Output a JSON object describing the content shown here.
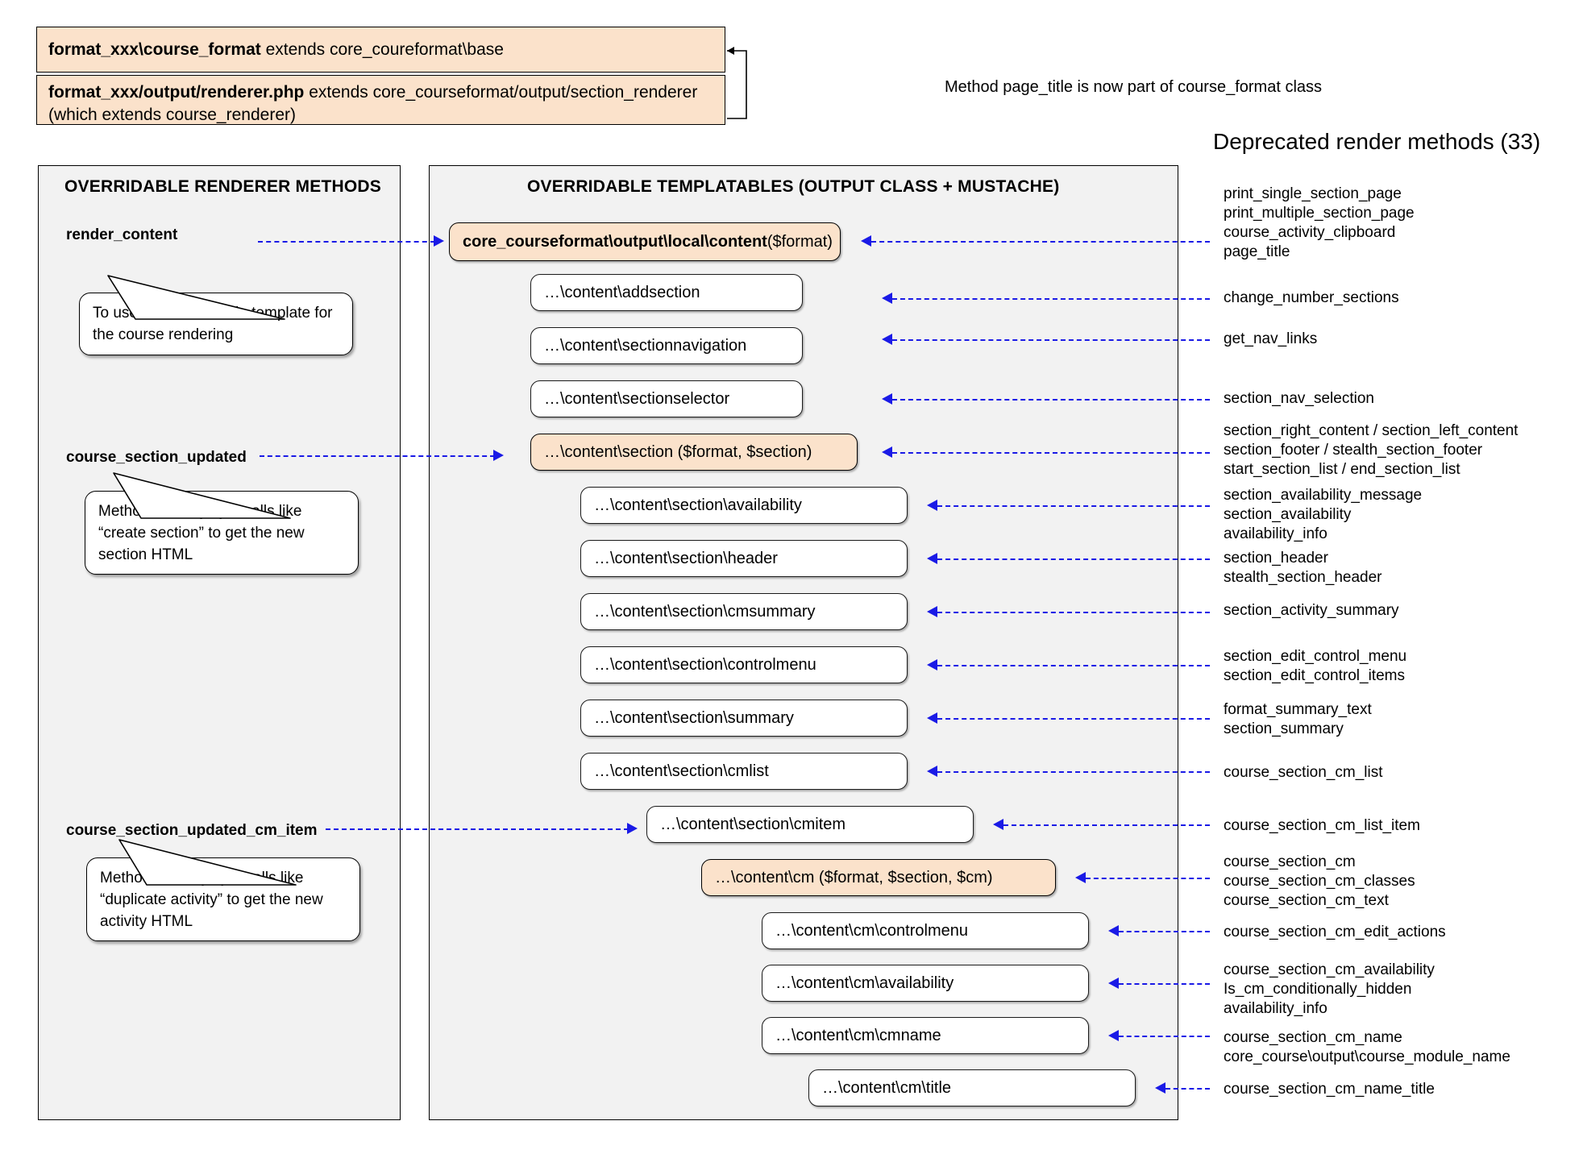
{
  "header": {
    "class_box_1": {
      "bold": "format_xxx\\course_format",
      "rest": " extends core_coureformat\\base"
    },
    "class_box_2": {
      "bold": "format_xxx/output/renderer.php",
      "rest": " extends core_courseformat/output/section_renderer (which extends course_renderer)"
    },
    "note": "Method page_title is now part of course_format class",
    "deprecated_title": "Deprecated render methods (33)"
  },
  "left_panel": {
    "title": "OVERRIDABLE RENDERER METHODS",
    "methods": [
      {
        "label": "render_content"
      },
      {
        "label": "course_section_updated"
      },
      {
        "label": "course_section_updated_cm_item"
      }
    ],
    "callouts": [
      {
        "line1": "To use a different main template for",
        "line2": "the course rendering",
        "line3": ""
      },
      {
        "line1": "Method used by ajax calls like",
        "line2": "“create section” to get the new",
        "line3": "section HTML"
      },
      {
        "line1": "Method used by ajax calls like",
        "line2": "“duplicate activity” to get the new",
        "line3": "activity HTML"
      }
    ]
  },
  "center_panel": {
    "title": "OVERRIDABLE TEMPLATABLES (OUTPUT CLASS + MUSTACHE)",
    "boxes": [
      {
        "bold": "core_courseformat\\output\\local\\content",
        "rest": " ($format)",
        "style": "highlight"
      },
      {
        "bold": "",
        "rest": "…\\content\\addsection",
        "style": "plain"
      },
      {
        "bold": "",
        "rest": "…\\content\\sectionnavigation",
        "style": "plain"
      },
      {
        "bold": "",
        "rest": "…\\content\\sectionselector",
        "style": "plain"
      },
      {
        "bold": "",
        "rest": "…\\content\\section ($format, $section)",
        "style": "highlight"
      },
      {
        "bold": "",
        "rest": "…\\content\\section\\availability",
        "style": "plain"
      },
      {
        "bold": "",
        "rest": "…\\content\\section\\header",
        "style": "plain"
      },
      {
        "bold": "",
        "rest": "…\\content\\section\\cmsummary",
        "style": "plain"
      },
      {
        "bold": "",
        "rest": "…\\content\\section\\controlmenu",
        "style": "plain"
      },
      {
        "bold": "",
        "rest": "…\\content\\section\\summary",
        "style": "plain"
      },
      {
        "bold": "",
        "rest": "…\\content\\section\\cmlist",
        "style": "plain"
      },
      {
        "bold": "",
        "rest": "…\\content\\section\\cmitem",
        "style": "plain"
      },
      {
        "bold": "",
        "rest": "…\\content\\cm ($format, $section, $cm)",
        "style": "highlight"
      },
      {
        "bold": "",
        "rest": "…\\content\\cm\\controlmenu",
        "style": "plain"
      },
      {
        "bold": "",
        "rest": "…\\content\\cm\\availability",
        "style": "plain"
      },
      {
        "bold": "",
        "rest": "…\\content\\cm\\cmname",
        "style": "plain"
      },
      {
        "bold": "",
        "rest": "…\\content\\cm\\title",
        "style": "plain"
      }
    ]
  },
  "deprecated_groups": [
    {
      "lines": [
        "print_single_section_page",
        "print_multiple_section_page",
        "course_activity_clipboard",
        "page_title"
      ]
    },
    {
      "lines": [
        "change_number_sections"
      ]
    },
    {
      "lines": [
        "get_nav_links"
      ]
    },
    {
      "lines": [
        "section_nav_selection"
      ]
    },
    {
      "lines": [
        "section_right_content / section_left_content",
        "section_footer / stealth_section_footer",
        "start_section_list / end_section_list"
      ]
    },
    {
      "lines": [
        "section_availability_message",
        "section_availability",
        "availability_info"
      ]
    },
    {
      "lines": [
        "section_header",
        "stealth_section_header"
      ]
    },
    {
      "lines": [
        "section_activity_summary"
      ]
    },
    {
      "lines": [
        "section_edit_control_menu",
        "section_edit_control_items"
      ]
    },
    {
      "lines": [
        "format_summary_text",
        "section_summary"
      ]
    },
    {
      "lines": [
        "course_section_cm_list"
      ]
    },
    {
      "lines": [
        "course_section_cm_list_item"
      ]
    },
    {
      "lines": [
        "course_section_cm",
        "course_section_cm_classes",
        "course_section_cm_text"
      ]
    },
    {
      "lines": [
        "course_section_cm_edit_actions"
      ]
    },
    {
      "lines": [
        "course_section_cm_availability",
        "Is_cm_conditionally_hidden",
        "availability_info"
      ]
    },
    {
      "lines": [
        "course_section_cm_name",
        "core_course\\output\\course_module_name"
      ]
    },
    {
      "lines": [
        "course_section_cm_name_title"
      ]
    }
  ],
  "colors": {
    "highlight_fill": "#fbe2cb",
    "panel_fill": "#f2f2f2",
    "connector": "#1a1ae6",
    "outline": "#000000"
  }
}
